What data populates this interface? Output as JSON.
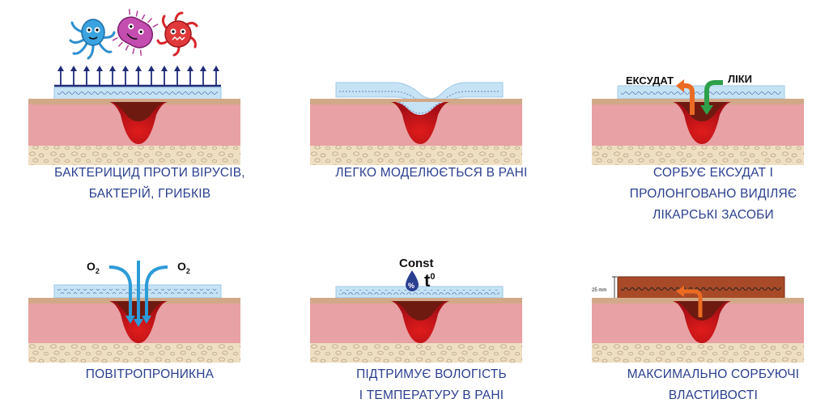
{
  "panels": [
    {
      "caption_lines": [
        "БАКТЕРИЦИД ПРОТИ ВІРУСІВ,",
        "БАКТЕРІЙ, ГРИБКІВ"
      ],
      "icons": [
        "blue-virus-icon",
        "purple-bacterium-icon",
        "red-germ-icon"
      ]
    },
    {
      "caption_lines": [
        "ЛЕГКО МОДЕЛЮЄТЬСЯ В РАНІ"
      ]
    },
    {
      "caption_lines": [
        "СОРБУЄ ЕКСУДАТ І",
        "ПРОЛОНГОВАНО ВИДІЛЯЄ",
        "ЛІКАРСЬКІ ЗАСОБИ"
      ],
      "label_left": "ЕКСУДАТ",
      "label_right": "ЛІКИ"
    },
    {
      "caption_lines": [
        "ПОВІТРОПРОНИКНА"
      ],
      "label_left": "O",
      "label_left_sub": "2",
      "label_right": "O",
      "label_right_sub": "2"
    },
    {
      "caption_lines": [
        "ПІДТРИМУЄ ВОЛОГІСТЬ",
        "І ТЕМПЕРАТУРУ В РАНІ"
      ],
      "label_const": "Const",
      "label_temp": "t",
      "label_temp_sup": "0",
      "drop_symbol": "%"
    },
    {
      "caption_lines": [
        "МАКСИМАЛЬНО СОРБУЮЧІ",
        "ВЛАСТИВОСТІ"
      ],
      "thickness_label": "25 mm"
    }
  ],
  "colors": {
    "caption": "#2b3f8f",
    "skin_top": "#d2a988",
    "skin": "#e8a1a4",
    "subcutis": "#eedfc3",
    "wound_dark": "#6e1a10",
    "wound_red": "#c8101a",
    "dressing": "#c6e3f5",
    "arrow_navy": "#1f2b78",
    "arrow_orange": "#ea6b23",
    "arrow_green": "#2ea04a",
    "arrow_oxygen": "#2d9bd8",
    "sorbent": "#a84a27"
  }
}
